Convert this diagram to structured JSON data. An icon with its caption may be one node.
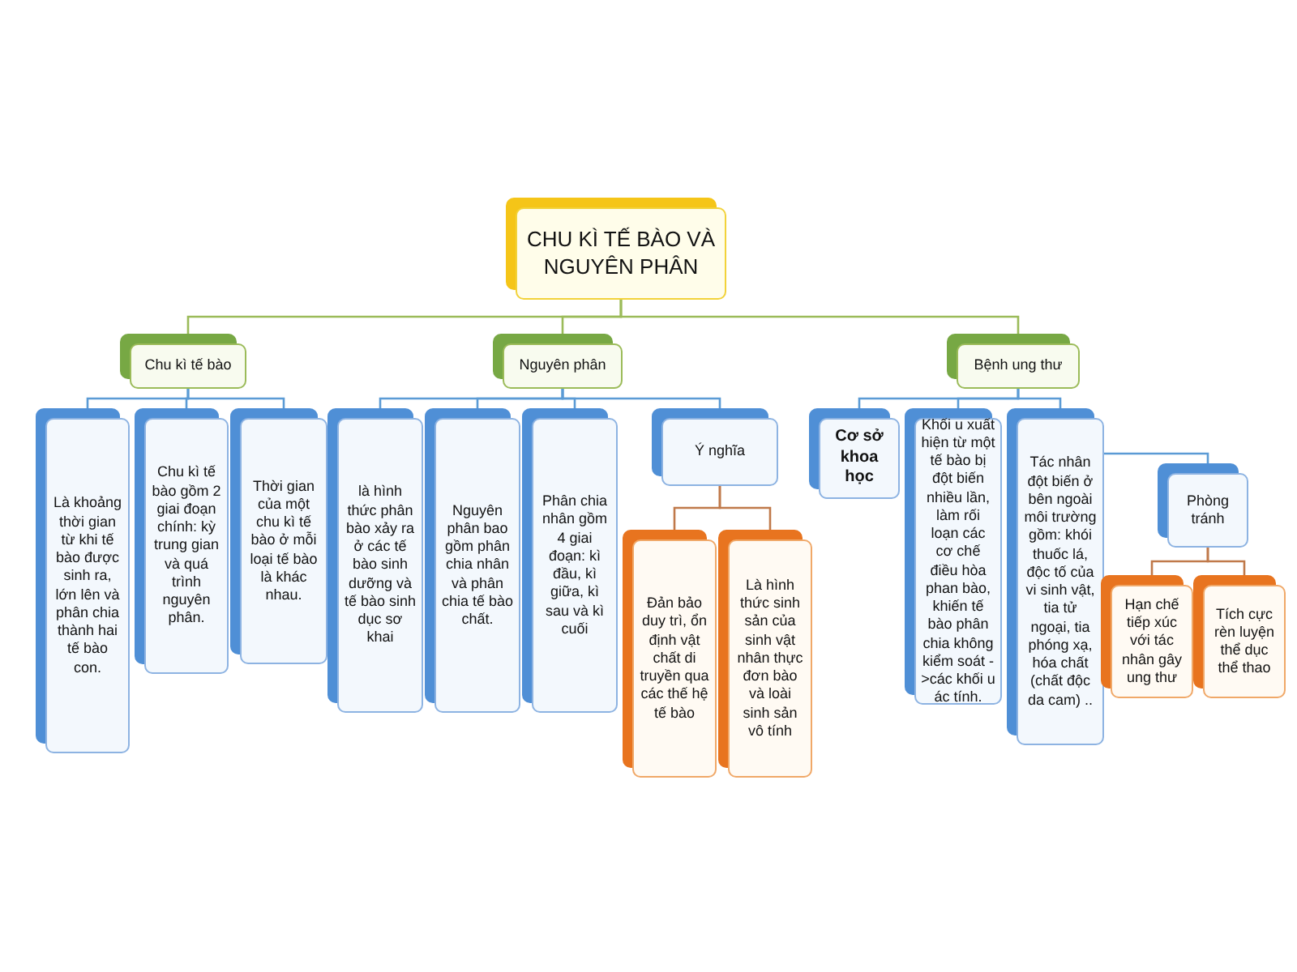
{
  "diagram": {
    "nodes": [
      {
        "text": [
          "CHU KÌ TẾ BÀO VÀ NGUYÊN PHÂN"
        ]
      },
      {
        "text": [
          "Chu kì tế bào"
        ]
      },
      {
        "text": [
          "Nguyên phân"
        ]
      },
      {
        "text": [
          "Bệnh ung thư"
        ]
      },
      {
        "text": [
          "Là khoảng thời gian từ khi tế bào được sinh ra, lớn lên và phân chia thành hai tế bào con."
        ]
      },
      {
        "text": [
          "Chu kì tế bào gồm 2 giai đoạn chính: kỳ trung gian và quá trình nguyên phân."
        ]
      },
      {
        "text": [
          "Thời gian của một chu kì tế bào ở mỗi loại tế bào là khác nhau."
        ]
      },
      {
        "text": [
          "là hình thức phân bào xảy ra ở các tế bào sinh dưỡng và tế bào sinh dục sơ khai"
        ]
      },
      {
        "text": [
          "Nguyên phân bao gồm phân chia nhân và phân chia tế bào chất."
        ]
      },
      {
        "text": [
          "Phân chia nhân gồm 4 giai đoạn: kì đầu, kì giữa, kì sau và kì cuối"
        ]
      },
      {
        "text": [
          "Ý nghĩa"
        ]
      },
      {
        "text": [
          "Đản bảo duy trì, ổn định vật chất di truyền qua các thế hệ tế bào"
        ]
      },
      {
        "text": [
          "Là hình thức sinh sản của sinh vật nhân thực đơn bào và loài sinh sản vô tính"
        ]
      },
      {
        "text": [
          "Cơ sở khoa học"
        ]
      },
      {
        "text": [
          "Khối u xuất hiện từ một tế bào bị đột biến nhiều lần, làm rối loạn các cơ chế điều hòa phan bào, khiến tế bào phân chia không kiểm soát ->các khối u ác tính."
        ]
      },
      {
        "text": [
          "Tác nhân đột biến ở bên ngoài môi trường gồm: khói thuốc lá, độc tố của vi sinh vật, tia tử ngoại, tia phóng xạ, hóa chất (chất độc da cam) .."
        ]
      },
      {
        "text": [
          "Phòng tránh"
        ]
      },
      {
        "text": [
          "Hạn chế tiếp xúc với tác nhân gây ung thư"
        ]
      },
      {
        "text": [
          "Tích cực rèn luyện thể dục thể thao"
        ]
      }
    ],
    "edges": [
      {
        "from": 0,
        "to": 1,
        "arrow": "none",
        "color": "#9bbb59"
      },
      {
        "from": 0,
        "to": 2,
        "arrow": "none",
        "color": "#9bbb59"
      },
      {
        "from": 0,
        "to": 3,
        "arrow": "none",
        "color": "#9bbb59"
      },
      {
        "from": 1,
        "to": 4,
        "arrow": "none"
      },
      {
        "from": 1,
        "to": 5,
        "arrow": "none"
      },
      {
        "from": 1,
        "to": 6,
        "arrow": "none"
      },
      {
        "from": 2,
        "to": 7,
        "arrow": "none"
      },
      {
        "from": 2,
        "to": 8,
        "arrow": "none"
      },
      {
        "from": 2,
        "to": 9,
        "arrow": "none"
      },
      {
        "from": 2,
        "to": 10,
        "arrow": "none"
      },
      {
        "from": 10,
        "to": 11,
        "arrow": "none",
        "color": "#c0794a"
      },
      {
        "from": 10,
        "to": 12,
        "arrow": "none",
        "color": "#c0794a"
      },
      {
        "from": 3,
        "to": 13,
        "arrow": "none"
      },
      {
        "from": 3,
        "to": 14,
        "arrow": "none"
      },
      {
        "from": 3,
        "to": 15,
        "arrow": "none"
      },
      {
        "from": 15,
        "to": 16,
        "arrow": "none"
      },
      {
        "from": 16,
        "to": 17,
        "arrow": "none",
        "color": "#c0794a"
      },
      {
        "from": 16,
        "to": 18,
        "arrow": "none",
        "color": "#c0794a"
      }
    ]
  }
}
